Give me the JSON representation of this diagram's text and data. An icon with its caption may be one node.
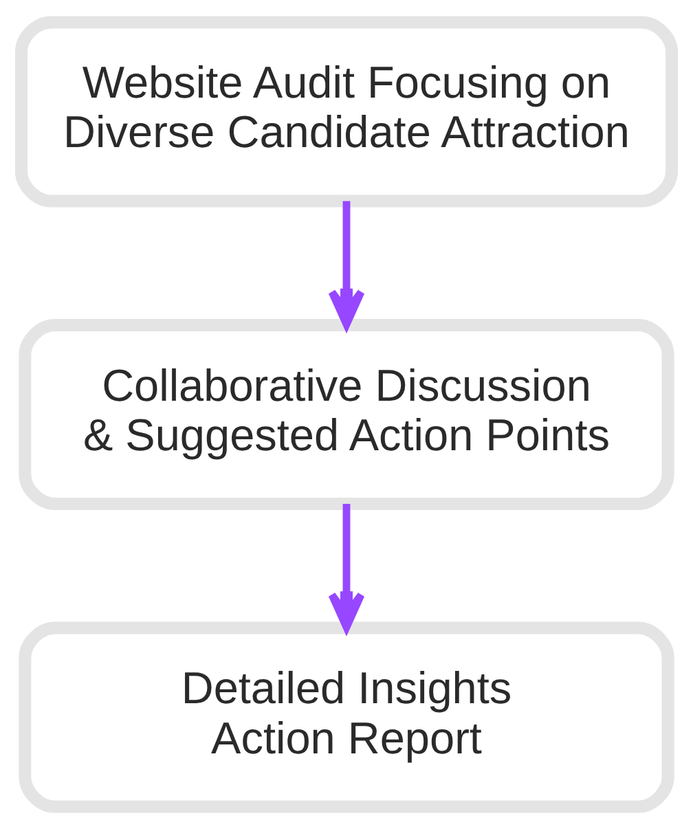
{
  "diagram": {
    "nodes": [
      {
        "text": [
          "Website Audit Focusing on Diverse Candidate Attraction"
        ]
      },
      {
        "text": [
          "Collaborative Discussion & Suggested Action Points"
        ]
      },
      {
        "text": [
          "Detailed Insights Action Report"
        ]
      }
    ],
    "edges": [
      {
        "from": 0,
        "to": 1,
        "arrow": "to"
      },
      {
        "from": 1,
        "to": 2,
        "arrow": "to"
      }
    ]
  }
}
